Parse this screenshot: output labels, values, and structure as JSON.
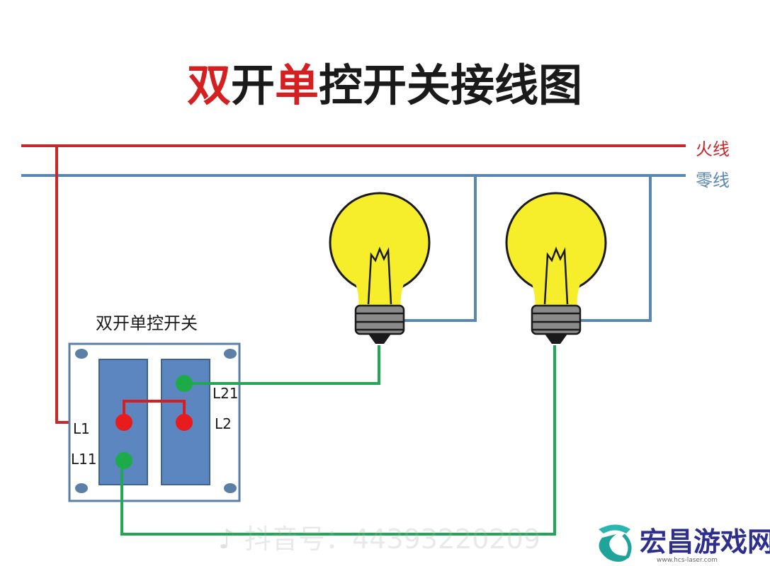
{
  "title": {
    "parts": [
      {
        "text": "双",
        "color": "#d42020"
      },
      {
        "text": "开",
        "color": "#1a1a1a"
      },
      {
        "text": "单",
        "color": "#d42020"
      },
      {
        "text": "控开关接线图",
        "color": "#1a1a1a"
      }
    ]
  },
  "wires": {
    "live_label": "火线",
    "neutral_label": "零线",
    "live_color": "#c8282c",
    "neutral_color": "#5a86b4",
    "switched_color": "#22a855"
  },
  "switch": {
    "title": "双开单控开关",
    "terminals": {
      "l1": "L1",
      "l11": "L11",
      "l21": "L21",
      "l2": "L2"
    }
  },
  "watermark": {
    "douyin_text": "抖音号：44393220209",
    "brand_text": "宏昌游戏网",
    "brand_url": "www.hcs-laser.com"
  }
}
